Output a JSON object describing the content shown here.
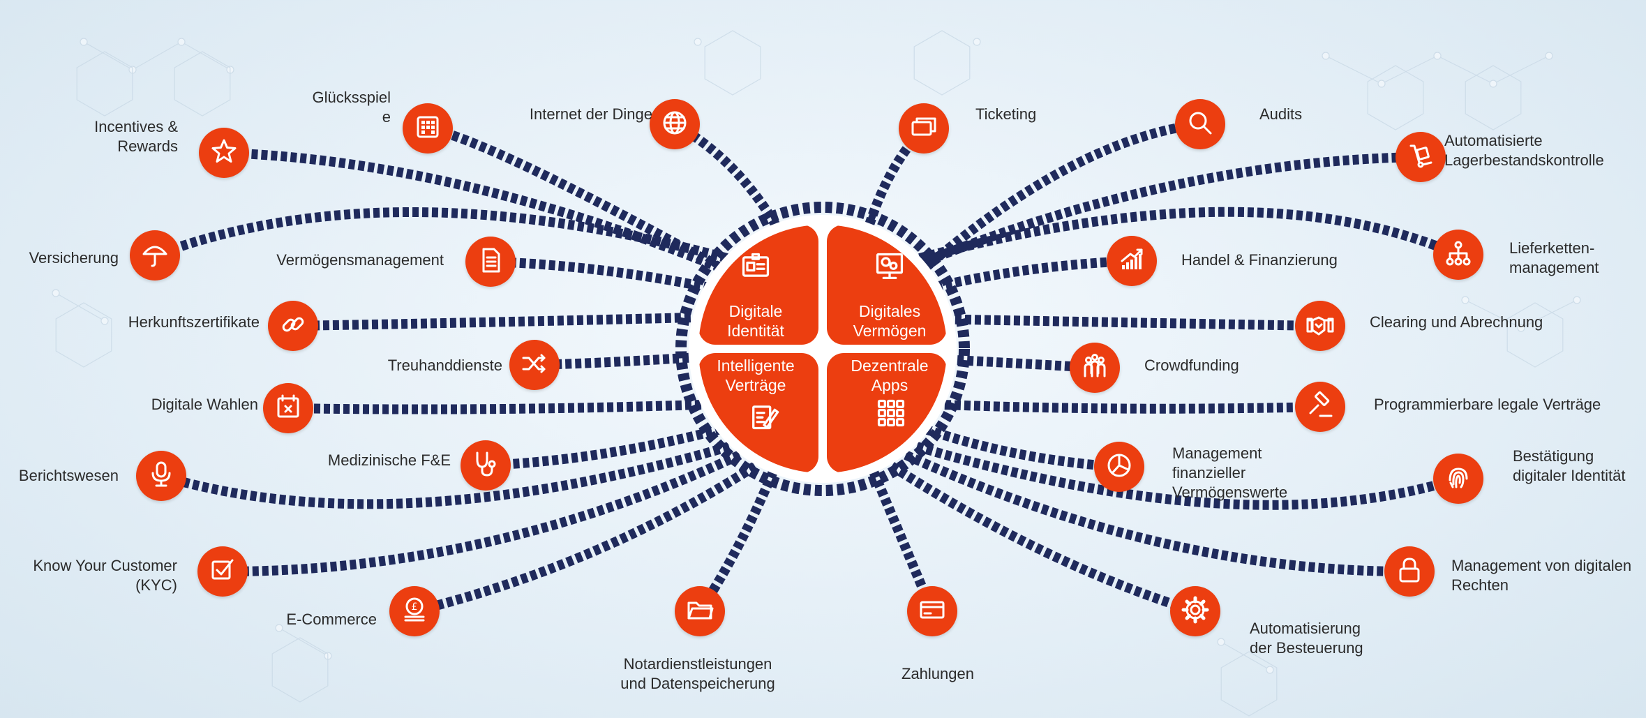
{
  "colors": {
    "accent": "#ec3e10",
    "chain": "#1f2a5c",
    "background": "#e6f0f7",
    "text": "#2b2b2b"
  },
  "hub": {
    "quadrants": [
      {
        "id": "tl",
        "line1": "Digitale",
        "line2": "Identität",
        "icon": "id-card-icon"
      },
      {
        "id": "tr",
        "line1": "Digitales",
        "line2": "Vermögen",
        "icon": "gears-monitor-icon"
      },
      {
        "id": "bl",
        "line1": "Intelligente",
        "line2": "Verträge",
        "icon": "contract-pen-icon"
      },
      {
        "id": "br",
        "line1": "Dezentrale",
        "line2": "Apps",
        "icon": "app-grid-icon"
      }
    ]
  },
  "nodes": [
    {
      "id": "gluecksspiel",
      "lines": [
        "Glücksspiel",
        "e"
      ],
      "icon": "grid-icon"
    },
    {
      "id": "iot",
      "lines": [
        "Internet der Dinge"
      ],
      "icon": "globe-icon"
    },
    {
      "id": "incentives",
      "lines": [
        "Incentives &",
        "Rewards"
      ],
      "icon": "star-icon"
    },
    {
      "id": "versicherung",
      "lines": [
        "Versicherung"
      ],
      "icon": "umbrella-icon"
    },
    {
      "id": "vermoegensmgmt",
      "lines": [
        "Vermögensmanagement"
      ],
      "icon": "document-icon"
    },
    {
      "id": "herkunft",
      "lines": [
        "Herkunftszertifikate"
      ],
      "icon": "link-icon"
    },
    {
      "id": "treuhand",
      "lines": [
        "Treuhanddienste"
      ],
      "icon": "shuffle-icon"
    },
    {
      "id": "wahlen",
      "lines": [
        "Digitale Wahlen"
      ],
      "icon": "calendar-x-icon"
    },
    {
      "id": "medizin",
      "lines": [
        "Medizinische F&E"
      ],
      "icon": "stethoscope-icon"
    },
    {
      "id": "bericht",
      "lines": [
        "Berichtswesen"
      ],
      "icon": "microphone-icon"
    },
    {
      "id": "kyc",
      "lines": [
        "Know Your Customer",
        "(KYC)"
      ],
      "icon": "checkbox-icon"
    },
    {
      "id": "ecommerce",
      "lines": [
        "E-Commerce"
      ],
      "icon": "coins-icon"
    },
    {
      "id": "notar",
      "lines": [
        "Notardienstleistungen",
        "und Datenspeicherung"
      ],
      "icon": "folder-icon"
    },
    {
      "id": "zahlungen",
      "lines": [
        "Zahlungen"
      ],
      "icon": "credit-card-icon"
    },
    {
      "id": "ticketing",
      "lines": [
        "Ticketing"
      ],
      "icon": "tickets-icon"
    },
    {
      "id": "audits",
      "lines": [
        "Audits"
      ],
      "icon": "magnifier-icon"
    },
    {
      "id": "lager",
      "lines": [
        "Automatisierte",
        "Lagerbestandskontrolle"
      ],
      "icon": "hand-truck-icon"
    },
    {
      "id": "handel",
      "lines": [
        "Handel & Finanzierung"
      ],
      "icon": "growth-chart-icon"
    },
    {
      "id": "lieferketten",
      "lines": [
        "Lieferketten-",
        "management"
      ],
      "icon": "hierarchy-icon"
    },
    {
      "id": "clearing",
      "lines": [
        "Clearing und Abrechnung"
      ],
      "icon": "handshake-icon"
    },
    {
      "id": "crowdfunding",
      "lines": [
        "Crowdfunding"
      ],
      "icon": "people-group-icon"
    },
    {
      "id": "legal",
      "lines": [
        "Programmierbare legale Verträge"
      ],
      "icon": "gavel-icon"
    },
    {
      "id": "finanzmgmt",
      "lines": [
        "Management",
        "finanzieller",
        "Vermögenswerte"
      ],
      "icon": "pie-chart-icon"
    },
    {
      "id": "digid",
      "lines": [
        "Bestätigung",
        "digitaler Identität"
      ],
      "icon": "fingerprint-icon"
    },
    {
      "id": "rechte",
      "lines": [
        "Management von digitalen",
        "Rechten"
      ],
      "icon": "padlock-icon"
    },
    {
      "id": "steuer",
      "lines": [
        "Automatisierung",
        "der Besteuerung"
      ],
      "icon": "gear-icon"
    }
  ]
}
